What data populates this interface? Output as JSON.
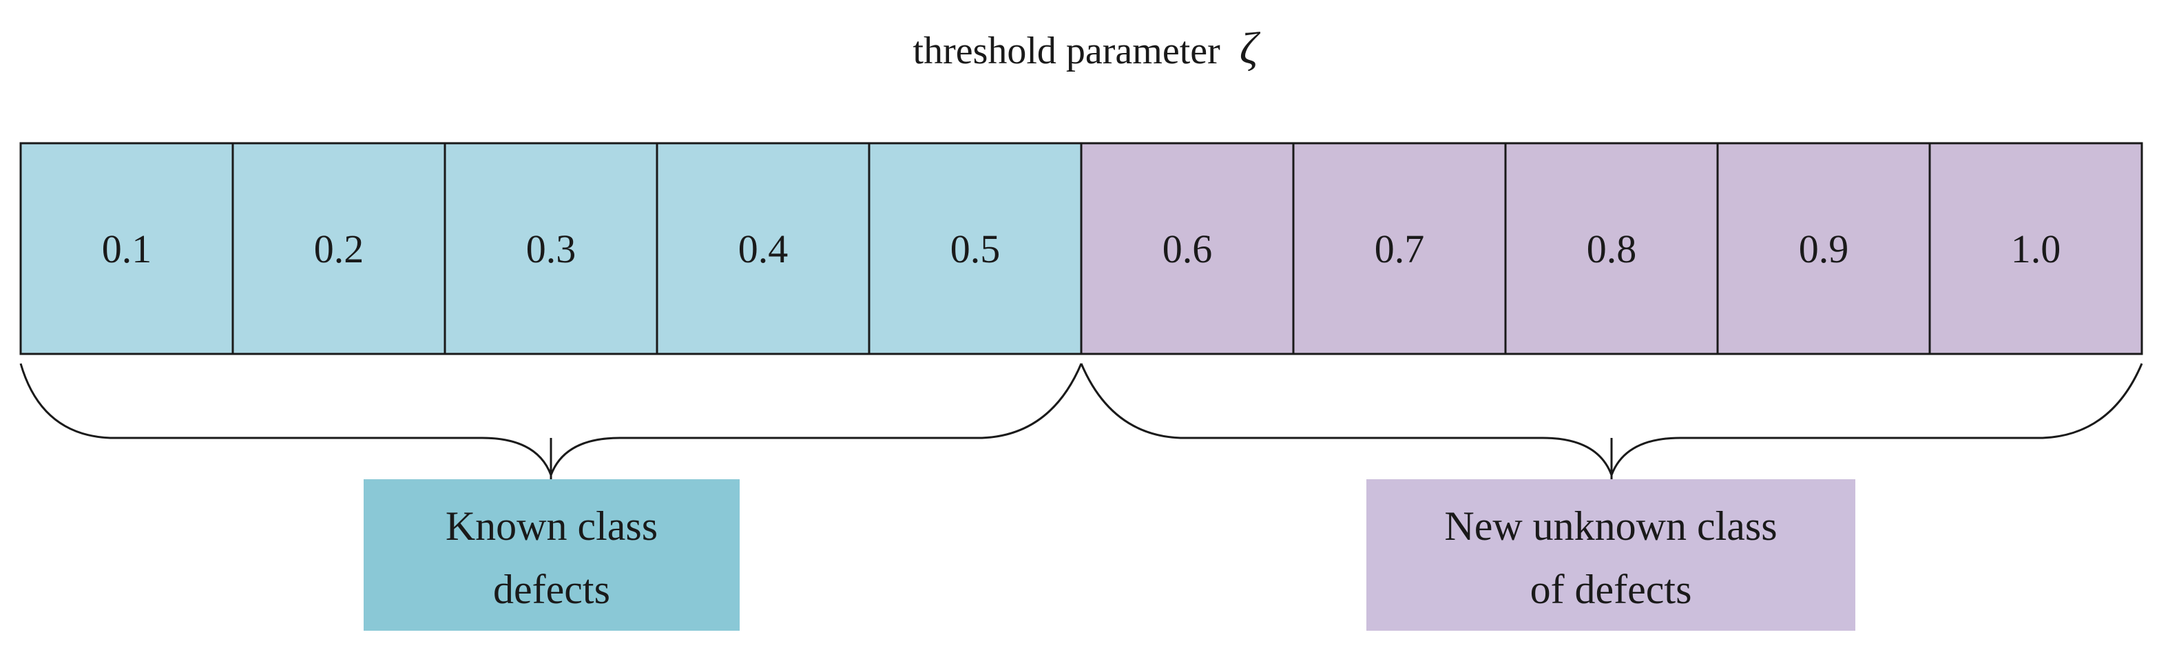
{
  "title": {
    "text": "threshold parameter",
    "symbol": "ζ"
  },
  "cells": [
    {
      "label": "0.1",
      "group": "known"
    },
    {
      "label": "0.2",
      "group": "known"
    },
    {
      "label": "0.3",
      "group": "known"
    },
    {
      "label": "0.4",
      "group": "known"
    },
    {
      "label": "0.5",
      "group": "known"
    },
    {
      "label": "0.6",
      "group": "unknown"
    },
    {
      "label": "0.7",
      "group": "unknown"
    },
    {
      "label": "0.8",
      "group": "unknown"
    },
    {
      "label": "0.9",
      "group": "unknown"
    },
    {
      "label": "1.0",
      "group": "unknown"
    }
  ],
  "groups": {
    "known": {
      "label_lines": [
        "Known class",
        "defects"
      ],
      "cell_color": "#add8e4",
      "box_color": "#8ac8d6"
    },
    "unknown": {
      "label_lines": [
        "New unknown class",
        "of defects"
      ],
      "cell_color": "#ccbdd8",
      "box_color": "#ccbfdc"
    }
  },
  "colors": {
    "stroke": "#1a1a1a",
    "text": "#1a1a1a"
  }
}
